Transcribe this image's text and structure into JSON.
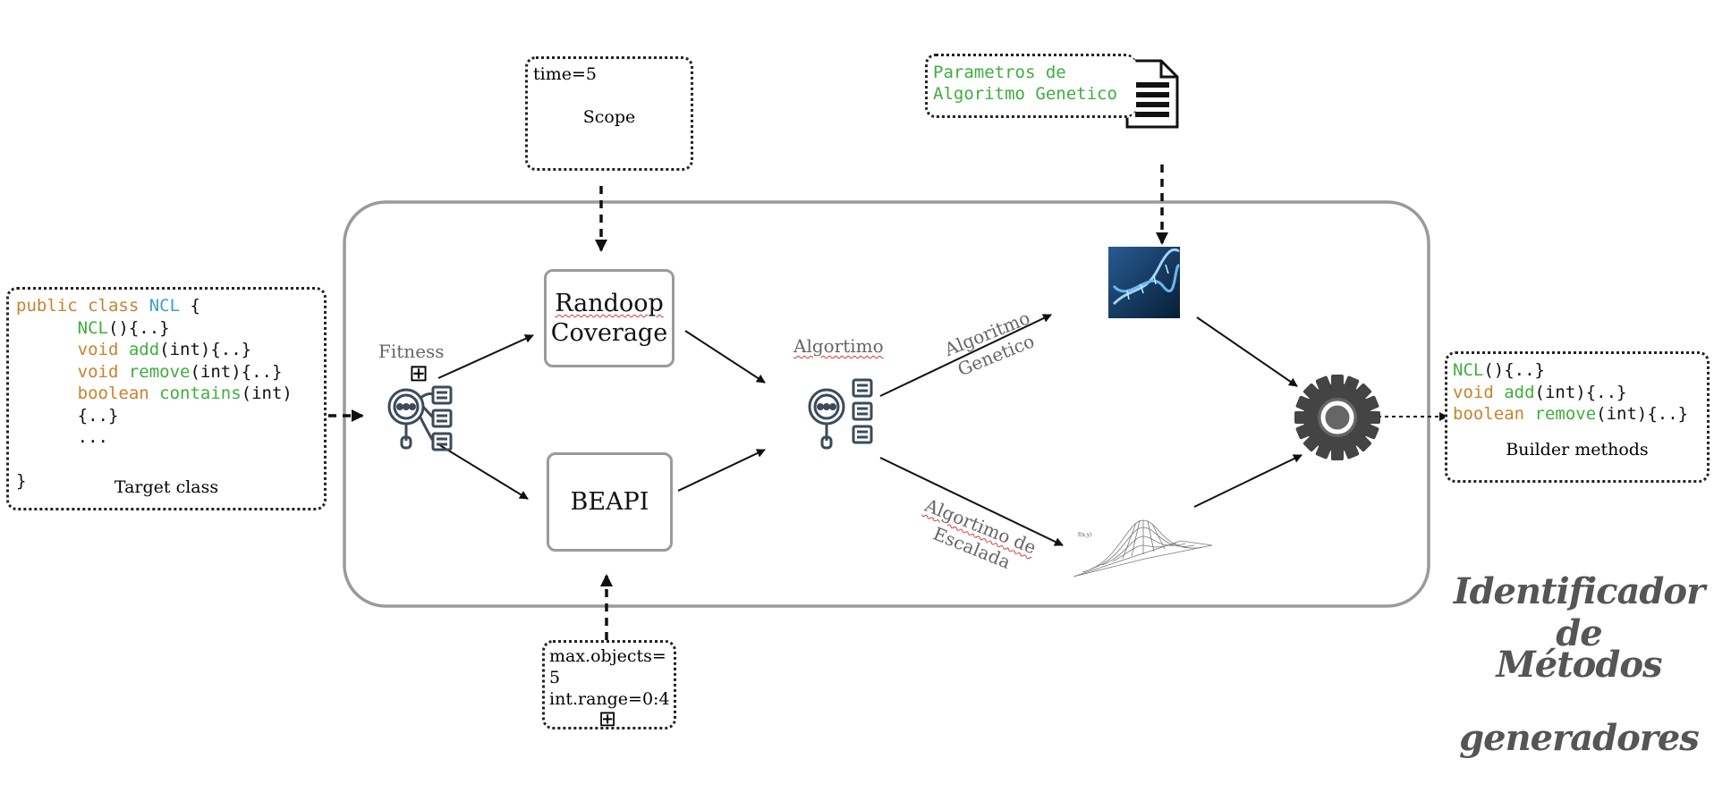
{
  "target_class": {
    "code_lines": [
      [
        {
          "t": "public ",
          "c": "kw"
        },
        {
          "t": "class ",
          "c": "kw"
        },
        {
          "t": "NCL",
          "c": "cls"
        },
        {
          "t": " {",
          "c": ""
        }
      ],
      [
        {
          "t": "      ",
          "c": ""
        },
        {
          "t": "NCL",
          "c": "fn"
        },
        {
          "t": "(){..}",
          "c": ""
        }
      ],
      [
        {
          "t": "      ",
          "c": ""
        },
        {
          "t": "void ",
          "c": "kw"
        },
        {
          "t": "add",
          "c": "fn"
        },
        {
          "t": "(int){..}",
          "c": ""
        }
      ],
      [
        {
          "t": "      ",
          "c": ""
        },
        {
          "t": "void ",
          "c": "kw"
        },
        {
          "t": "remove",
          "c": "fn"
        },
        {
          "t": "(int){..}",
          "c": ""
        }
      ],
      [
        {
          "t": "      ",
          "c": ""
        },
        {
          "t": "boolean ",
          "c": "kw"
        },
        {
          "t": "contains",
          "c": "fn"
        },
        {
          "t": "(int)",
          "c": ""
        }
      ],
      [
        {
          "t": "      {..}",
          "c": ""
        }
      ],
      [
        {
          "t": "      ...",
          "c": ""
        }
      ],
      [
        {
          "t": "",
          "c": ""
        }
      ],
      [
        {
          "t": "}",
          "c": ""
        }
      ]
    ],
    "caption": "Target class"
  },
  "scope_box": {
    "line1": "time=5",
    "label": "Scope"
  },
  "beapi_params": {
    "line1": "max.objects=",
    "line2": "5",
    "line3": "int.range=0:4",
    "expand_symbol": "⊞"
  },
  "ga_params": {
    "line1": "Parametros de",
    "line2": "Algoritmo Genetico"
  },
  "fitness": {
    "label": "Fitness",
    "expand_symbol": "⊞"
  },
  "randoop": {
    "line1": "Randoop",
    "line2": "Coverage"
  },
  "beapi": {
    "label": "BEAPI"
  },
  "algorithm": {
    "label": "Algortimo"
  },
  "edge_genetic": {
    "line1": "Algoritmo",
    "line2": "Genetico"
  },
  "edge_hill": {
    "line1": "Algortimo de",
    "line2": "Escalada"
  },
  "builder": {
    "code_lines": [
      [
        {
          "t": "NCL",
          "c": "fn"
        },
        {
          "t": "(){..}",
          "c": ""
        }
      ],
      [
        {
          "t": "void ",
          "c": "kw"
        },
        {
          "t": "add",
          "c": "fn"
        },
        {
          "t": "(int){..}",
          "c": ""
        }
      ],
      [
        {
          "t": "boolean ",
          "c": "kw"
        },
        {
          "t": "remove",
          "c": "fn"
        },
        {
          "t": "(int){..}",
          "c": ""
        }
      ]
    ],
    "caption": "Builder methods"
  },
  "title": {
    "line1": "Identificador de",
    "line2": "Métodos",
    "line3": "generadores"
  },
  "icons": [
    "magnifier-list-icon",
    "dna-icon",
    "surface-plot-icon",
    "gear-icon",
    "document-icon"
  ],
  "colors": {
    "keyword": "#c9822f",
    "class": "#3ba3c8",
    "function": "#3fae3f",
    "frame": "#9a9a9a",
    "gear": "#444444"
  }
}
